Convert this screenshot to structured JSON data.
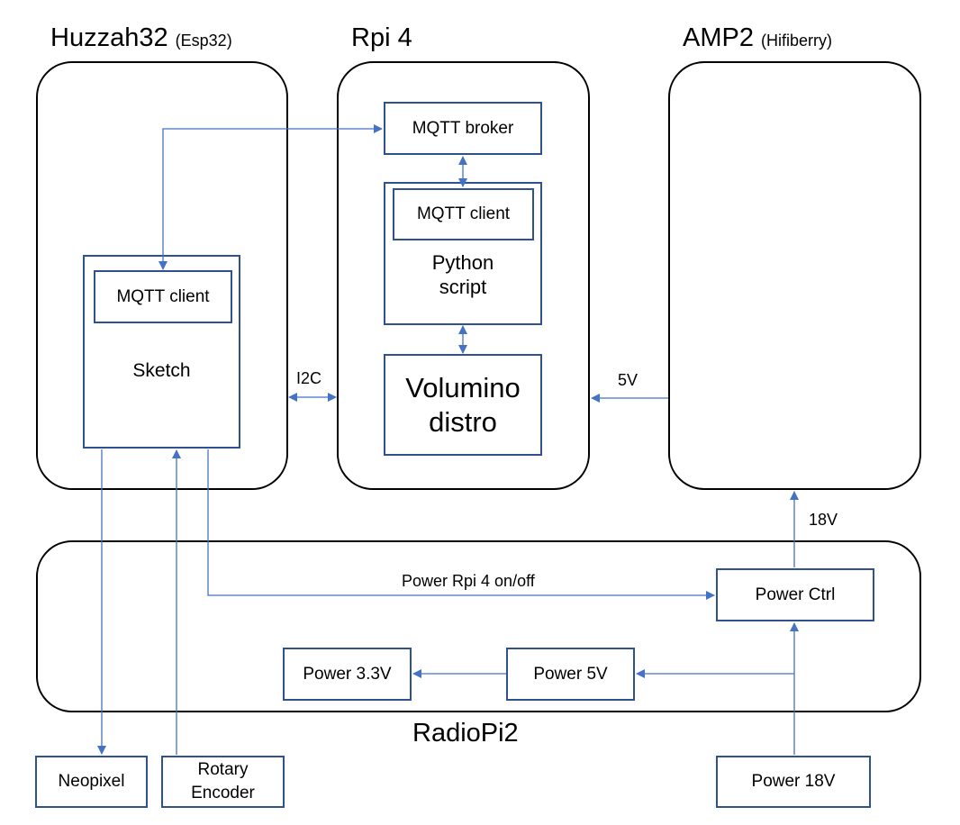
{
  "titles": {
    "huzzah_main": "Huzzah32",
    "huzzah_sub": "(Esp32)",
    "rpi": "Rpi 4",
    "amp_main": "AMP2",
    "amp_sub": "(Hifiberry)",
    "radiopi": "RadioPi2"
  },
  "huzzah": {
    "mqtt_client": "MQTT client",
    "sketch": "Sketch"
  },
  "rpi": {
    "mqtt_broker": "MQTT broker",
    "mqtt_client": "MQTT client",
    "python_line1": "Python",
    "python_line2": "script",
    "volumino_line1": "Volumino",
    "volumino_line2": "distro"
  },
  "radiopi": {
    "power_ctrl": "Power Ctrl",
    "power_33v": "Power 3.3V",
    "power_5v": "Power 5V"
  },
  "external": {
    "neopixel": "Neopixel",
    "rotary_line1": "Rotary",
    "rotary_line2": "Encoder",
    "power_18v": "Power 18V"
  },
  "connections": {
    "i2c": "I2C",
    "v5": "5V",
    "v18": "18V",
    "power_rpi": "Power Rpi 4 on/off"
  },
  "colors": {
    "box_border": "#2f528f",
    "line": "#4472c4",
    "container_border": "#000000"
  }
}
